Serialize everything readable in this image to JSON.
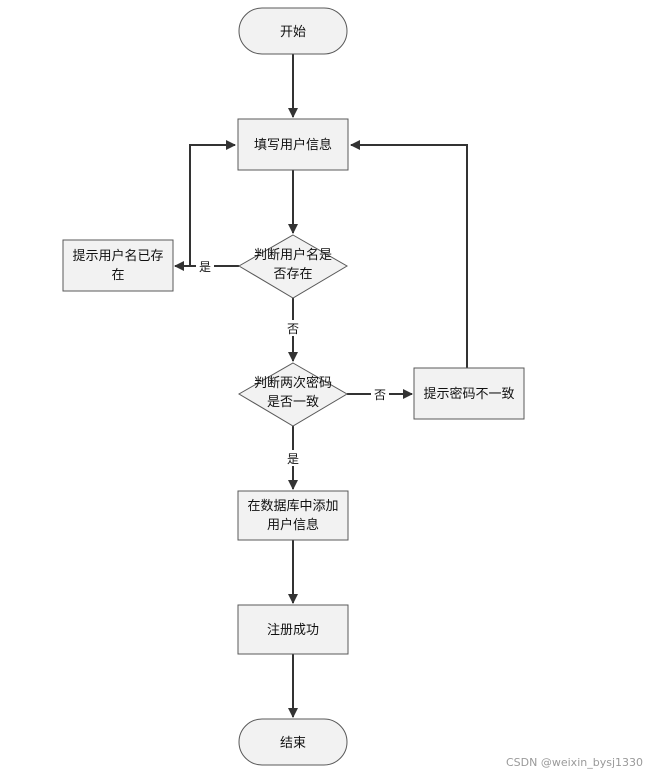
{
  "nodes": {
    "start": "开始",
    "fill_info": "填写用户信息",
    "check_name_l1": "判断用户名是",
    "check_name_l2": "否存在",
    "name_exists_l1": "提示用户名已存",
    "name_exists_l2": "在",
    "check_pwd_l1": "判断两次密码",
    "check_pwd_l2": "是否一致",
    "pwd_mismatch": "提示密码不一致",
    "add_db_l1": "在数据库中添加",
    "add_db_l2": "用户信息",
    "success": "注册成功",
    "end": "结束"
  },
  "edges": {
    "yes_name": "是",
    "no_name": "否",
    "no_pwd": "否",
    "yes_pwd": "是"
  },
  "watermark": "CSDN @weixin_bysj1330"
}
